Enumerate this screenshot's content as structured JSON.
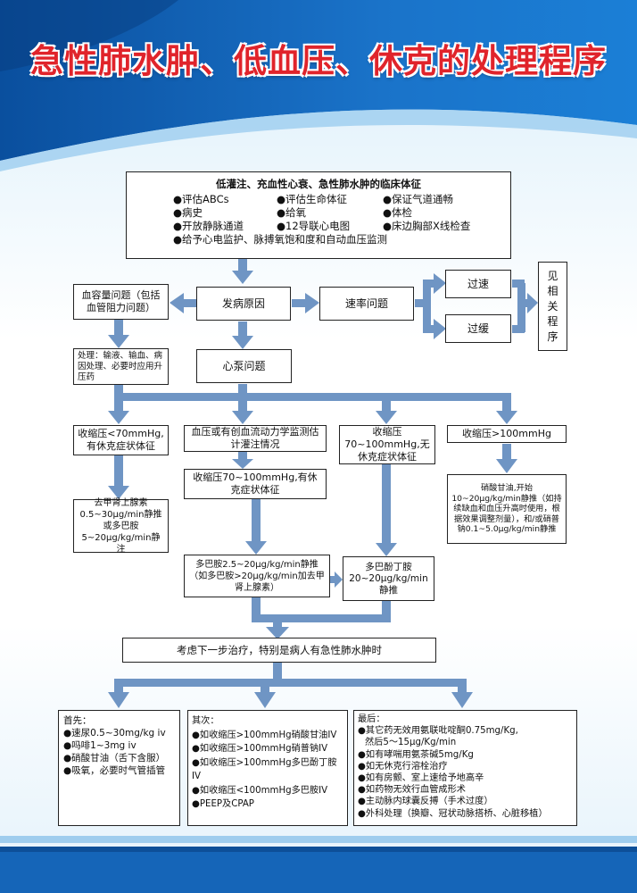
{
  "title": "急性肺水肿、低血压、休克的处理程序",
  "top_box": {
    "heading": "低灌注、充血性心衰、急性肺水肿的临床体征",
    "items": [
      "●评估ABCs",
      "●评估生命体征",
      "●保证气道通畅",
      "●病史",
      "●给氧",
      "●体检",
      "●开放静脉通道",
      "●12导联心电图",
      "●床边胸部X线检查"
    ],
    "last_item": "●给予心电监护、脉搏氧饱和度和自动血压监测"
  },
  "row1": {
    "volume_problem": "血容量问题（包括血管阻力问题）",
    "cause": "发病原因",
    "rate_problem": "速率问题",
    "too_fast": "过速",
    "too_slow": "过缓",
    "see_protocol": "见相关程序"
  },
  "treatment_box": "处理：输液、输血、病因处理、必要时应用升压药",
  "pump_problem": "心泵问题",
  "branch1": {
    "low_sbp": "收缩压<70mmHg,有休克症状体征",
    "hemo": "血压或有创血流动力学监测估计灌注情况",
    "mid_sbp": "收缩压70~100mmHg,无休克症状体征",
    "high_sbp": "收缩压>100mmHg"
  },
  "sbp_70_100_shock": "收缩压70~100mmHg,有休克症状体征",
  "norepinephrine": "去甲肾上腺素0.5~30μg/min静推或多巴胺5~20μg/kg/min静注",
  "nitro_box": "硝酸甘油,开始10~20μg/kg/min静推（如持续缺血和血压升高时使用，根据效果调整剂量），和/或硝普钠0.1~5.0μg/kg/min静推",
  "dopamine_box": "多巴胺2.5~20μg/kg/min静推（如多巴胺>20μg/kg/min加去甲肾上腺素）",
  "dobutamine_box": "多巴酚丁胺20~20μg/kg/min静推",
  "next_step": "考虑下一步治疗，特别是病人有急性肺水肿时",
  "first": {
    "heading": "首先：",
    "items": [
      "●速尿0.5~30mg/kg iv",
      "●吗啡1~3mg iv",
      "●硝酸甘油（舌下含服）",
      "●吸氧，必要时气管插管"
    ]
  },
  "second": {
    "heading": "其次：",
    "items": [
      "●如收缩压>100mmHg硝酸甘油IV",
      "●如收缩压>100mmHg硝普钠IV",
      "●如收缩压>100mmHg多巴酚丁胺IV",
      "●如收缩压<100mmHg多巴胺IV",
      "●PEEP及CPAP"
    ]
  },
  "last": {
    "heading": "最后：",
    "items": [
      "●其它药无效用氨联吡啶酮0.75mg/Kg,",
      "然后5～15μg/Kg/min",
      "●如有哮喘用氨茶碱5mg/Kg",
      "●如无休克行溶栓治疗",
      "●如有房颤、室上速给予地高辛",
      "●如药物无效行血管成形术",
      "●主动脉内球囊反搏（手术过度）",
      "●外科处理（换瓣、冠状动脉搭桥、心脏移植）"
    ]
  },
  "colors": {
    "title_red": "#e0242b",
    "arrow_blue": "#6f95c4",
    "header_blue": "#0b5fb0",
    "footer_blue": "#1565b8"
  }
}
